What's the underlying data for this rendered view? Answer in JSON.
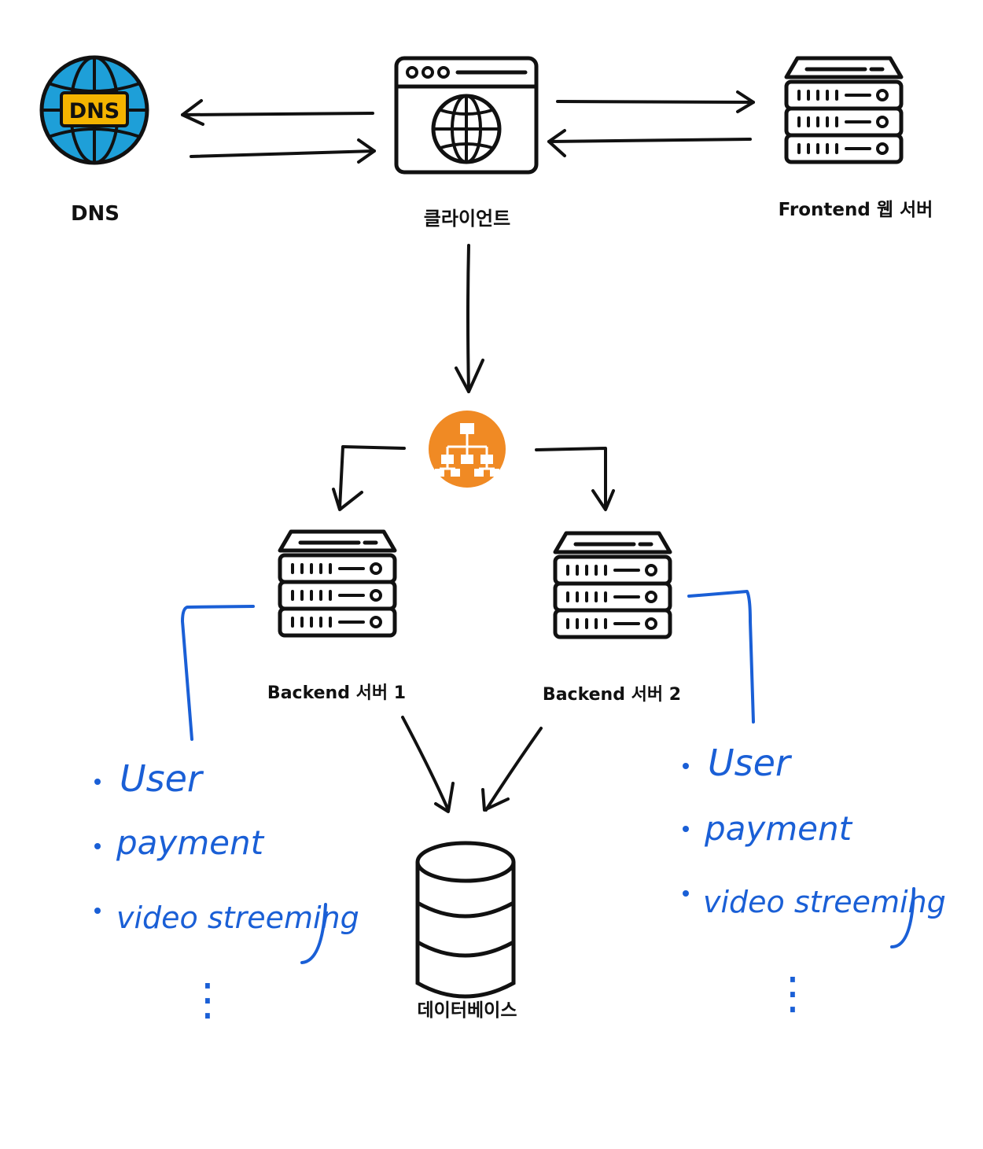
{
  "labels": {
    "dns": "DNS",
    "client": "클라이언트",
    "frontend": "Frontend 웹 서버",
    "backend1": "Backend 서버 1",
    "backend2": "Backend 서버 2",
    "database": "데이터베이스",
    "dns_badge": "DNS"
  },
  "notes": {
    "left": {
      "items": [
        "User",
        "payment",
        "video streeming"
      ],
      "ellipsis": "⋮"
    },
    "right": {
      "items": [
        "User",
        "payment",
        "video streeming"
      ],
      "ellipsis": "⋮"
    }
  },
  "icons": {
    "dns": "dns-globe-icon",
    "client": "browser-window-icon",
    "frontend": "server-rack-icon",
    "load_balancer": "load-balancer-icon",
    "backend1": "server-rack-icon",
    "backend2": "server-rack-icon",
    "database": "database-cylinder-icon"
  },
  "colors": {
    "globe": "#1e9fd8",
    "badge": "#f4b400",
    "load_balancer": "#f08a24",
    "handwriting": "#1a5fd6",
    "line": "#111111"
  }
}
